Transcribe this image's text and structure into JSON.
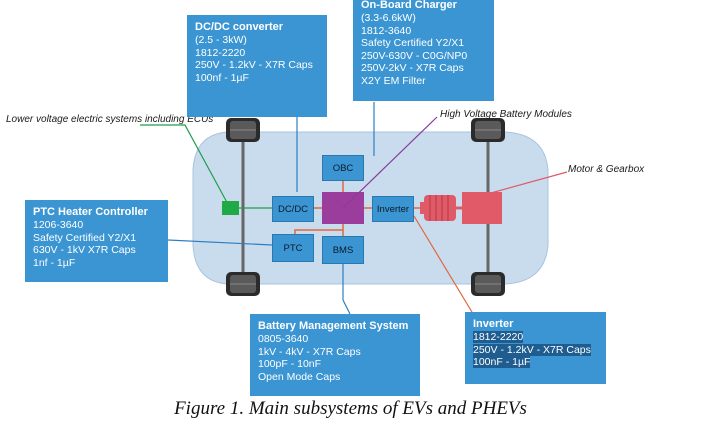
{
  "callouts": {
    "dcdc": {
      "title": "DC/DC converter",
      "lines": [
        "(2.5 - 3kW)",
        "1812-2220",
        "250V - 1.2kV - X7R Caps",
        "100nf - 1µF"
      ]
    },
    "obc": {
      "title": "On-Board Charger",
      "lines": [
        "(3.3-6.6kW)",
        "1812-3640",
        "Safety Certified Y2/X1",
        "250V-630V - C0G/NP0",
        "250V-2kV - X7R Caps",
        "X2Y EM Filter"
      ]
    },
    "ptc": {
      "title": "PTC Heater Controller",
      "lines": [
        "1206-3640",
        "Safety Certified Y2/X1",
        "630V - 1kV X7R Caps",
        "1nf - 1µF"
      ]
    },
    "bms": {
      "title": "Battery Management System",
      "lines": [
        "0805-3640",
        "1kV - 4kV - X7R Caps",
        "100pF - 10nF",
        "Open Mode Caps"
      ]
    },
    "inverter": {
      "title": "Inverter",
      "lines": [
        "1812-2220",
        "250V - 1.2kV - X7R Caps",
        "100nF - 1µF"
      ]
    }
  },
  "labels": {
    "ecus": "Lower voltage electric systems including ECUs",
    "hv_battery": "High Voltage Battery Modules",
    "motor": "Motor & Gearbox"
  },
  "modules": {
    "obc": "OBC",
    "dcdc": "DC/DC",
    "ptc": "PTC",
    "bms": "BMS",
    "inverter": "Inverter"
  },
  "caption": "Figure 1. Main subsystems of EVs and PHEVs",
  "colors": {
    "callout_bg": "#3a95d2",
    "chassis": "#c9dcee",
    "battery": "#9a3d9c",
    "motor": "#e05a67",
    "ecu_box": "#1faa45",
    "hv_line": "#e0673f",
    "green_line": "#1d9e4b",
    "purple_line": "#8a3a9e"
  }
}
